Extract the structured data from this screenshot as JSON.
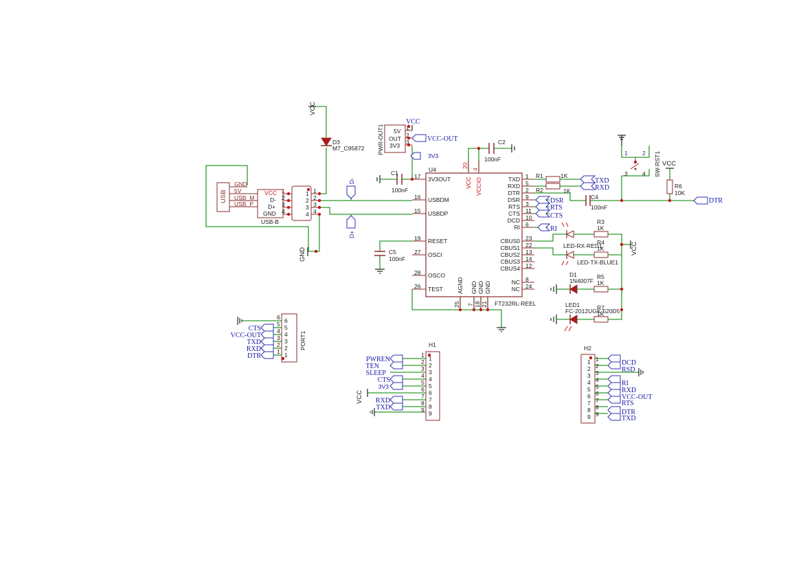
{
  "colors": {
    "wire": "#2e9a2e",
    "body": "#8a2a2a",
    "netlabel": "#1a1aa8",
    "junction": "#c41818",
    "pinnum_red": "#d01818"
  },
  "u4": {
    "ref": "U4",
    "value": "FT232RL-REEL",
    "left_pins": [
      {
        "num": "17",
        "name": "3V3OUT"
      },
      {
        "num": "16",
        "name": "USBDM"
      },
      {
        "num": "15",
        "name": "USBDP"
      },
      {
        "num": "19",
        "name": "RESET"
      },
      {
        "num": "27",
        "name": "OSCI"
      },
      {
        "num": "28",
        "name": "OSCO"
      },
      {
        "num": "26",
        "name": "TEST"
      }
    ],
    "right_pins": [
      {
        "num": "1",
        "name": "TXD"
      },
      {
        "num": "5",
        "name": "RXD"
      },
      {
        "num": "2",
        "name": "DTR"
      },
      {
        "num": "9",
        "name": "DSR"
      },
      {
        "num": "3",
        "name": "RTS"
      },
      {
        "num": "11",
        "name": "CTS"
      },
      {
        "num": "10",
        "name": "DCD"
      },
      {
        "num": "6",
        "name": "RI"
      },
      {
        "num": "23",
        "name": "CBUS0"
      },
      {
        "num": "22",
        "name": "CBUS1"
      },
      {
        "num": "13",
        "name": "CBUS2"
      },
      {
        "num": "14",
        "name": "CBUS3"
      },
      {
        "num": "12",
        "name": "CBUS4"
      },
      {
        "num": "8",
        "name": "NC"
      },
      {
        "num": "24",
        "name": "NC"
      }
    ],
    "top_pins": [
      {
        "num": "20",
        "name": "VCC"
      },
      {
        "num": "4",
        "name": "VCCIO"
      }
    ],
    "bottom_pins": [
      {
        "num": "25",
        "name": "AGND"
      },
      {
        "num": "7",
        "name": "GND"
      },
      {
        "num": "18",
        "name": "GND"
      },
      {
        "num": "21",
        "name": "GND"
      }
    ]
  },
  "usb": {
    "conn_label": "USB",
    "conn_pins": [
      "GND",
      "5V",
      "USB_M",
      "USB_P"
    ],
    "ref": "USB-B",
    "pin_names": [
      "VCC",
      "D-",
      "D+",
      "GND"
    ],
    "pin_nums": [
      "1",
      "2",
      "3",
      "4"
    ]
  },
  "d3": {
    "ref": "D3",
    "value": "M7_C95872"
  },
  "pwr": {
    "ref": "PWR-OUT1",
    "pins": [
      "5V",
      "OUT",
      "3V3"
    ],
    "nums": [
      "1",
      "2",
      "3"
    ]
  },
  "caps": {
    "c1": {
      "ref": "C1",
      "value": "100nF"
    },
    "c2": {
      "ref": "C2",
      "value": "100nF"
    },
    "c4": {
      "ref": "C4",
      "value": "100nF"
    },
    "c5": {
      "ref": "C5",
      "value": "100nF"
    }
  },
  "res": {
    "r1": {
      "ref": "R1",
      "value": "1K"
    },
    "r2": {
      "ref": "R2",
      "value": "1K"
    },
    "r3": {
      "ref": "R3",
      "value": "1K"
    },
    "r4": {
      "ref": "R4",
      "value": "1K"
    },
    "r5": {
      "ref": "R5",
      "value": "1K"
    },
    "r6": {
      "ref": "R6",
      "value": "10K"
    },
    "r7": {
      "ref": "R7",
      "value": "1K"
    }
  },
  "leds": {
    "rx": "LED-RX-RED1",
    "tx": "LED-TX-BLUE1",
    "d1_ref": "D1",
    "d1_value": "1N4007F",
    "led1_ref": "LED1",
    "led1_value": "FC-2012UGK-520D5"
  },
  "sw": {
    "ref": "SW-RST1",
    "pins": [
      "1",
      "2",
      "3",
      "4"
    ]
  },
  "nets": {
    "vcc": "VCC",
    "gnd": "GND",
    "vcc_out": "VCC-OUT",
    "v3v3": "3V3",
    "dminus": "D-",
    "dplus": "D+",
    "txd": "TXD",
    "rxd": "RXD",
    "dsr": "DSR",
    "rts": "RTS",
    "cts": "CTS",
    "ri": "RI",
    "dtr": "DTR"
  },
  "port1": {
    "ref": "PORT1",
    "nums": [
      "6",
      "5",
      "4",
      "3",
      "2",
      "1"
    ],
    "nets": [
      "CTS",
      "VCC-OUT",
      "TXD",
      "RXD",
      "DTR"
    ]
  },
  "h1": {
    "ref": "H1",
    "nums": [
      "1",
      "2",
      "3",
      "4",
      "5",
      "6",
      "7",
      "8",
      "9"
    ],
    "nets": [
      "PWREN",
      "TEN",
      "SLEEP",
      "CTS",
      "3V3",
      "RXD",
      "TXD"
    ],
    "vcc": "VCC"
  },
  "h2": {
    "ref": "H2",
    "nums": [
      "1",
      "2",
      "3",
      "4",
      "5",
      "6",
      "7",
      "8",
      "9"
    ],
    "nets": [
      "DCD",
      "RSD",
      "RI",
      "RXD",
      "VCC-OUT",
      "RTS",
      "DTR",
      "TXD"
    ]
  }
}
